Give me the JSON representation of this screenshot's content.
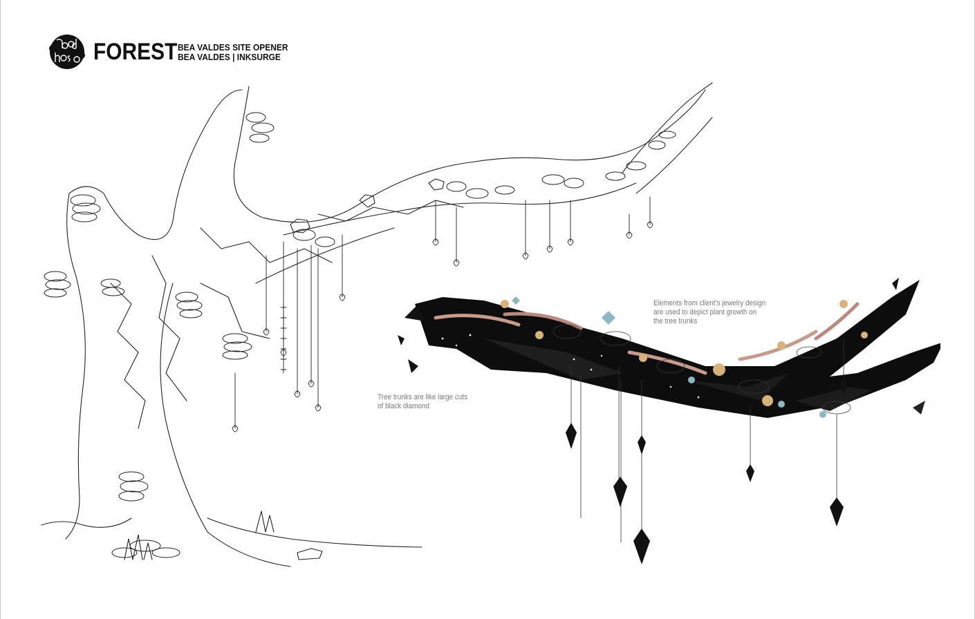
{
  "header": {
    "logo_text": "the acid house",
    "title": "FOREST",
    "subtitle_line1": "BEA VALDES SITE OPENER",
    "subtitle_line2": "BEA VALDES | INKSURGE"
  },
  "annotations": {
    "jewelry_note": [
      "Elements from client’s jewelry design",
      "are used to depict plant growth on",
      "the tree trunks"
    ],
    "diamond_note": [
      "Tree trunks are like large cuts",
      "of black diamond"
    ]
  },
  "artwork": {
    "left_image": "line-drawing-tree-sketch",
    "right_image": "black-diamond-branch-render",
    "ink_color": "#111111",
    "accent_pink": "#c79a8e",
    "accent_gold": "#d7b27c",
    "accent_teal": "#8fb7c2"
  }
}
